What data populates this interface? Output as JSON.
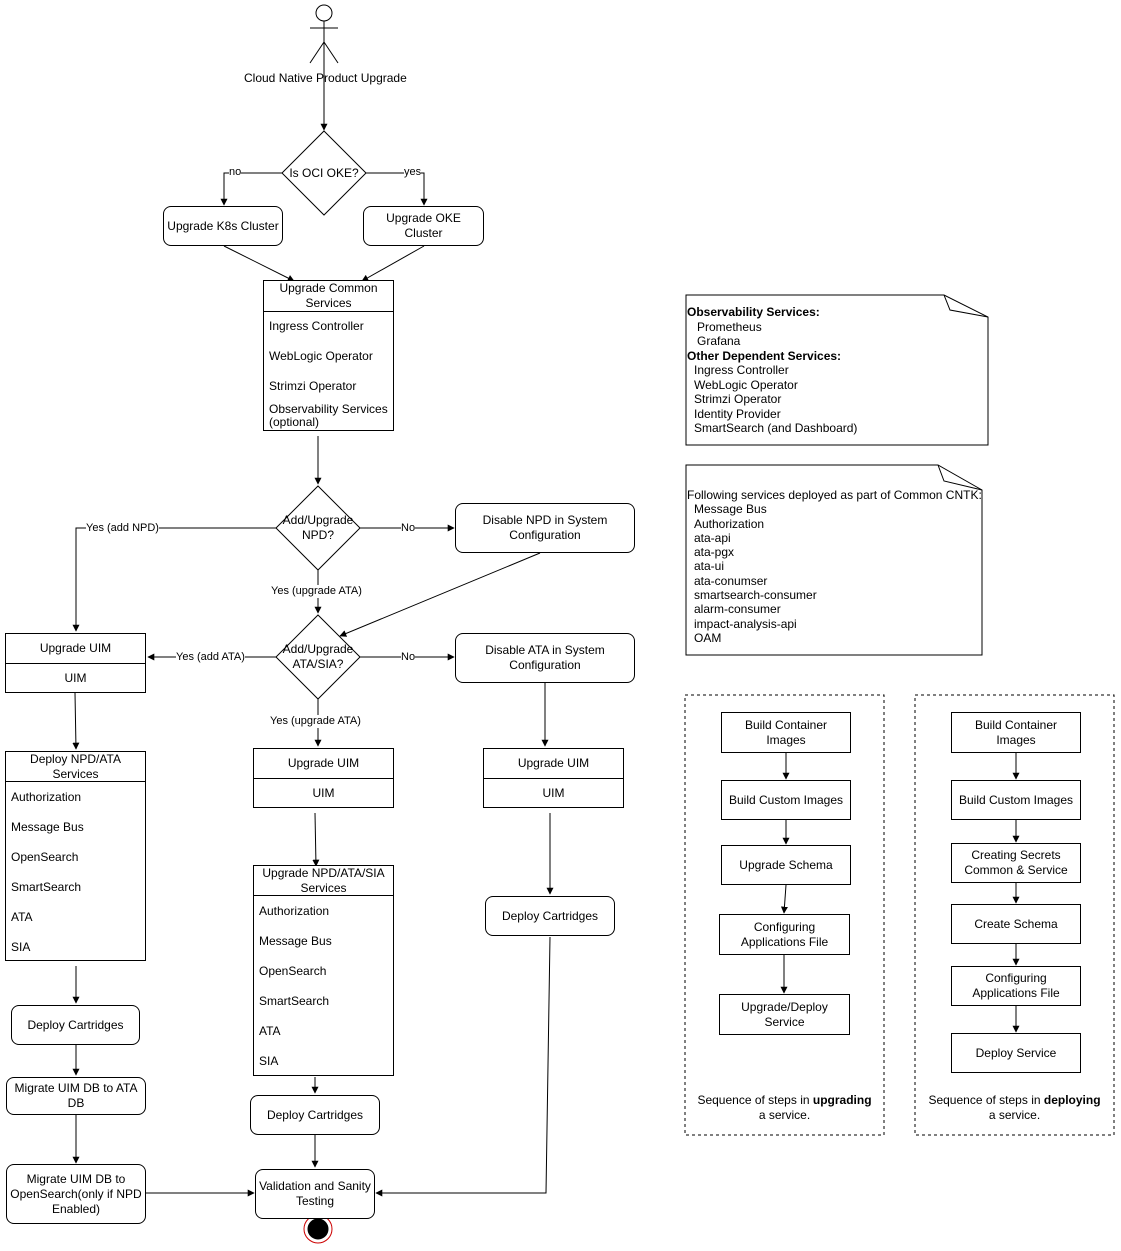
{
  "actor": {
    "label": "Cloud Native Product Upgrade"
  },
  "decisions": {
    "oke": "Is OCI OKE?",
    "npd": "Add/Upgrade NPD?",
    "ata": "Add/Upgrade ATA/SIA?"
  },
  "edge_labels": {
    "no": "no",
    "yes": "yes",
    "yes_add_npd": "Yes (add NPD)",
    "no_npd": "No",
    "yes_upgrade_ata_1": "Yes (upgrade ATA)",
    "yes_add_ata": "Yes (add ATA)",
    "no_ata": "No",
    "yes_upgrade_ata_2": "Yes (upgrade ATA)"
  },
  "nodes": {
    "upgrade_k8s": "Upgrade K8s Cluster",
    "upgrade_oke": "Upgrade OKE Cluster",
    "disable_npd": "Disable NPD in System Configuration",
    "disable_ata": "Disable ATA in System Configuration",
    "deploy_cartridges_left": "Deploy Cartridges",
    "migrate_ata": "Migrate UIM DB to ATA DB",
    "migrate_opensearch": "Migrate UIM DB to OpenSearch(only if NPD Enabled)",
    "deploy_cartridges_mid": "Deploy Cartridges",
    "deploy_cartridges_right": "Deploy Cartridges",
    "validation": "Validation and Sanity Testing"
  },
  "common_services": {
    "title": "Upgrade Common Services",
    "items": [
      "Ingress Controller",
      "WebLogic Operator",
      "Strimzi Operator",
      "Observability Services (optional)"
    ]
  },
  "uim_left": {
    "title": "Upgrade UIM",
    "item": "UIM"
  },
  "uim_mid": {
    "title": "Upgrade UIM",
    "item": "UIM"
  },
  "uim_right": {
    "title": "Upgrade UIM",
    "item": "UIM"
  },
  "deploy_npd_ata": {
    "title": "Deploy NPD/ATA Services",
    "items": [
      "Authorization",
      "Message Bus",
      "OpenSearch",
      "SmartSearch",
      "ATA",
      "SIA"
    ]
  },
  "upgrade_npd_ata_sia": {
    "title": "Upgrade NPD/ATA/SIA Services",
    "items": [
      "Authorization",
      "Message Bus",
      "OpenSearch",
      "SmartSearch",
      "ATA",
      "SIA"
    ]
  },
  "note1": {
    "heading1": "Observability Services:",
    "obs_items": [
      "Prometheus",
      "Grafana"
    ],
    "heading2": "Other Dependent Services:",
    "dep_items": [
      "Ingress Controller",
      "WebLogic Operator",
      "Strimzi Operator",
      "Identity Provider",
      "SmartSearch (and Dashboard)"
    ]
  },
  "note2": {
    "heading": "Following services deployed as part of Common CNTK:",
    "items": [
      "Message Bus",
      "Authorization",
      "ata-api",
      "ata-pgx",
      "ata-ui",
      "ata-conumser",
      "smartsearch-consumer",
      "alarm-consumer",
      "impact-analysis-api",
      "OAM"
    ]
  },
  "upgrade_sequence": {
    "steps": [
      "Build Container Images",
      "Build Custom Images",
      "Upgrade Schema",
      "Configuring Applications File",
      "Upgrade/Deploy Service"
    ],
    "caption_pre": "Sequence of steps in ",
    "caption_bold": "upgrading",
    "caption_post": " a service."
  },
  "deploy_sequence": {
    "steps": [
      "Build Container Images",
      "Build Custom Images",
      "Creating Secrets Common & Service",
      "Create Schema",
      "Configuring Applications File",
      "Deploy Service"
    ],
    "caption_pre": "Sequence of steps in ",
    "caption_bold": "deploying",
    "caption_post": " a service."
  },
  "colors": {
    "stroke": "#000000",
    "end_ring": "#cc0000",
    "background": "#ffffff"
  }
}
